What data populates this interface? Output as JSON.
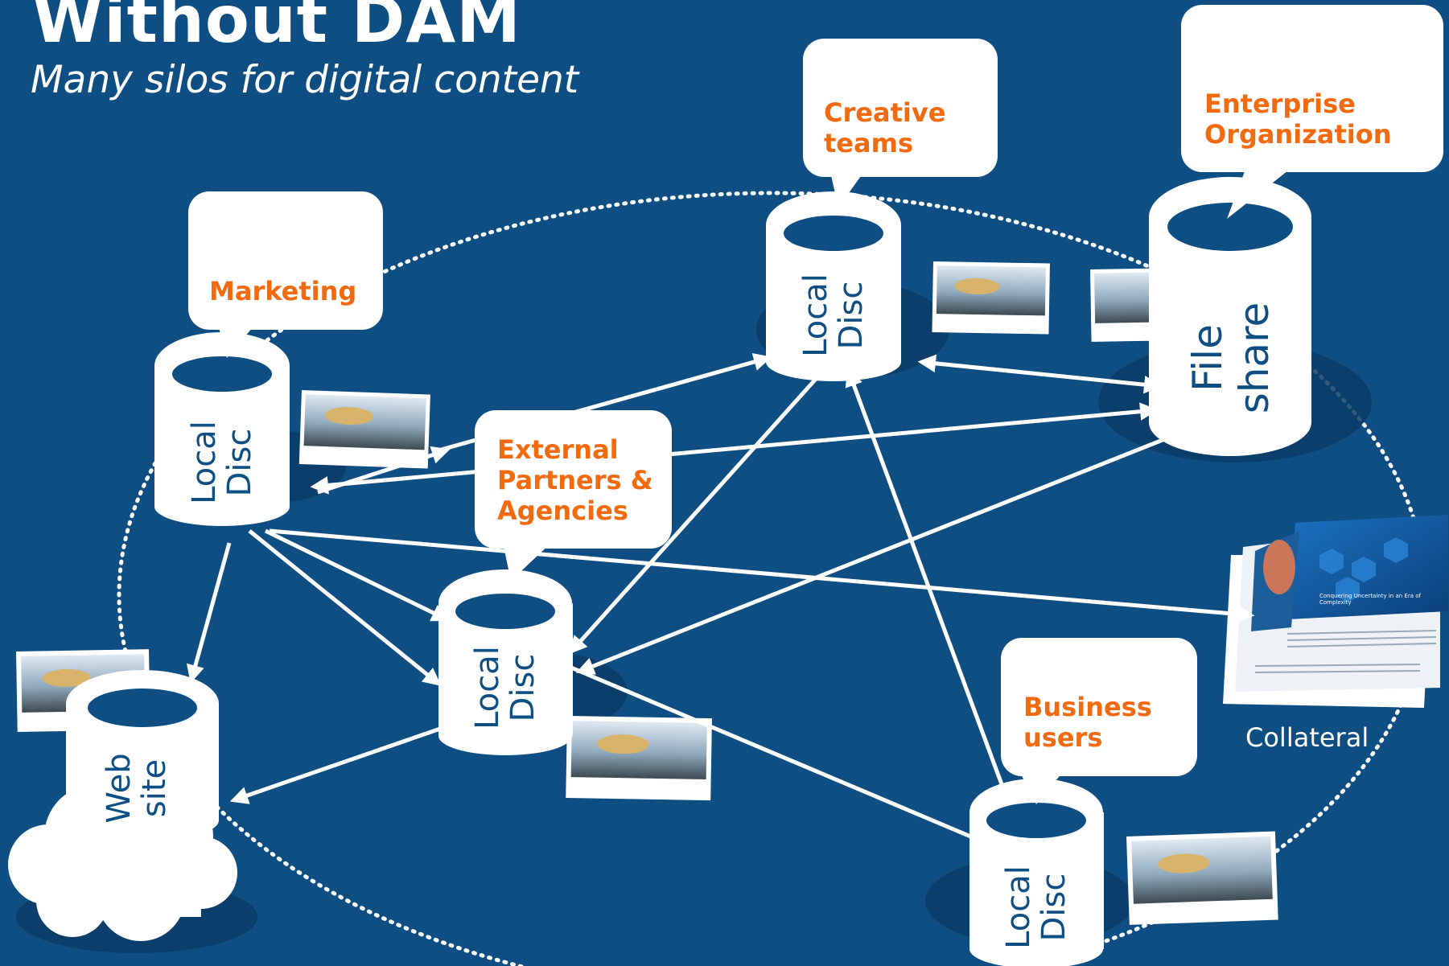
{
  "title": "Without DAM",
  "subtitle": "Many silos for digital content",
  "colors": {
    "background": "#0e4e82",
    "accent": "#f26a0f",
    "white": "#ffffff"
  },
  "groups": {
    "marketing": "Marketing",
    "creative": "Creative\nteams",
    "enterprise": "Enterprise\nOrganization",
    "external": "External\nPartners &\nAgencies",
    "business": "Business\nusers"
  },
  "stores": {
    "marketing_disc": "Local\nDisc",
    "creative_disc": "Local\nDisc",
    "file_share": "File\nshare",
    "external_disc": "Local\nDisc",
    "business_disc": "Local\nDisc",
    "web_site": "Web\nsite"
  },
  "collateral": {
    "label": "Collateral",
    "doc_title": "Conquering Uncertainty in an Era of Complexity"
  },
  "icons": [
    "database-cylinder-icon",
    "photo-thumbnail-icon",
    "cloud-icon",
    "brochure-icon",
    "speech-bubble-icon",
    "arrow-icon"
  ]
}
